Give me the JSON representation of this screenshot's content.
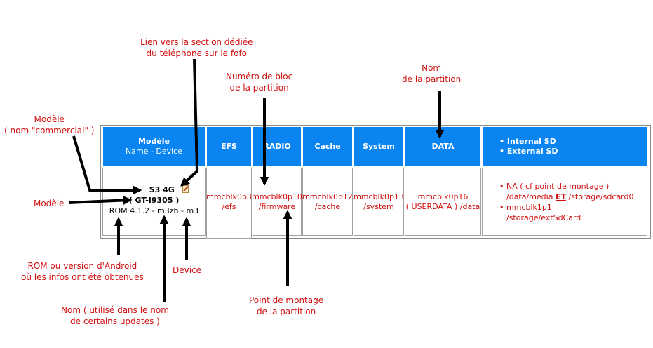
{
  "annotations": {
    "lien": [
      "Lien vers la section dédiée",
      "du téléphone sur le fofo"
    ],
    "bloc": [
      "Numéro de bloc",
      "de la partition"
    ],
    "nom_partition": [
      "Nom",
      "de la partition"
    ],
    "modele_commercial": [
      "Modèle",
      "( nom \"commercial\" )"
    ],
    "modele": "Modèle",
    "rom": [
      "ROM ou version d'Android",
      "où les infos ont été obtenues"
    ],
    "device": "Device",
    "nom_updates": [
      "Nom ( utilisé dans le nom",
      "de certains updates )"
    ],
    "point_montage": [
      "Point de montage",
      "de la partition"
    ]
  },
  "table": {
    "headers": {
      "model_title": "Modèle",
      "model_sub": "Name - Device",
      "efs": "EFS",
      "radio": "RADIO",
      "cache": "Cache",
      "system": "System",
      "data": "DATA",
      "sd_internal": "• Internal SD",
      "sd_external": "• External SD"
    },
    "row": {
      "model_name": "S3 4G",
      "model_code": "( GT-I9305 )",
      "rom": "ROM 4.1.2 - m3zh - m3",
      "efs": [
        "mmcblk0p3",
        "/efs"
      ],
      "radio": [
        "mmcblk0p10",
        "/firmware"
      ],
      "cache": [
        "mmcblk0p12",
        "/cache"
      ],
      "system": [
        "mmcblk0p13",
        "/system"
      ],
      "data": [
        "mmcblk0p16",
        "( USERDATA ) /data"
      ],
      "sd_internal_1": "• NA ( cf point de montage )",
      "sd_internal_2a": "/data/media ",
      "sd_internal_et": "ET",
      "sd_internal_2b": " /storage/sdcard0",
      "sd_external_1": "• mmcblk1p1",
      "sd_external_2": "/storage/extSdCard"
    }
  },
  "colors": {
    "header_blue": "#0a84f0",
    "annotation_red": "#d01010",
    "arrow": "#000000"
  },
  "icons": {
    "link": "edit-link-icon"
  }
}
